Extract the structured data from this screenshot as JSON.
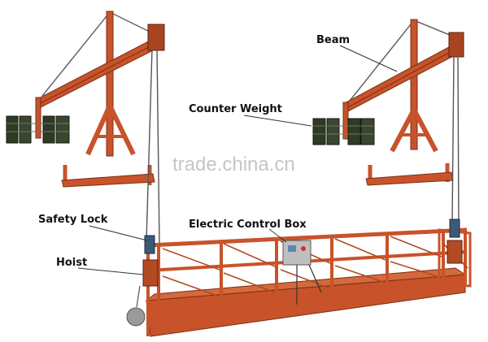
{
  "labels": {
    "beam": "Beam",
    "counter_weight": "Counter Weight",
    "safety_lock": "Safety Lock",
    "electric_control_box": "Electric Control Box",
    "hoist": "Hoist"
  },
  "watermark": "trade.china.cn",
  "colors": {
    "frame": "#c8532a",
    "frame_dark": "#7a2e14",
    "weight": "#2f3a24",
    "cable": "#555555",
    "leader": "#333333"
  }
}
